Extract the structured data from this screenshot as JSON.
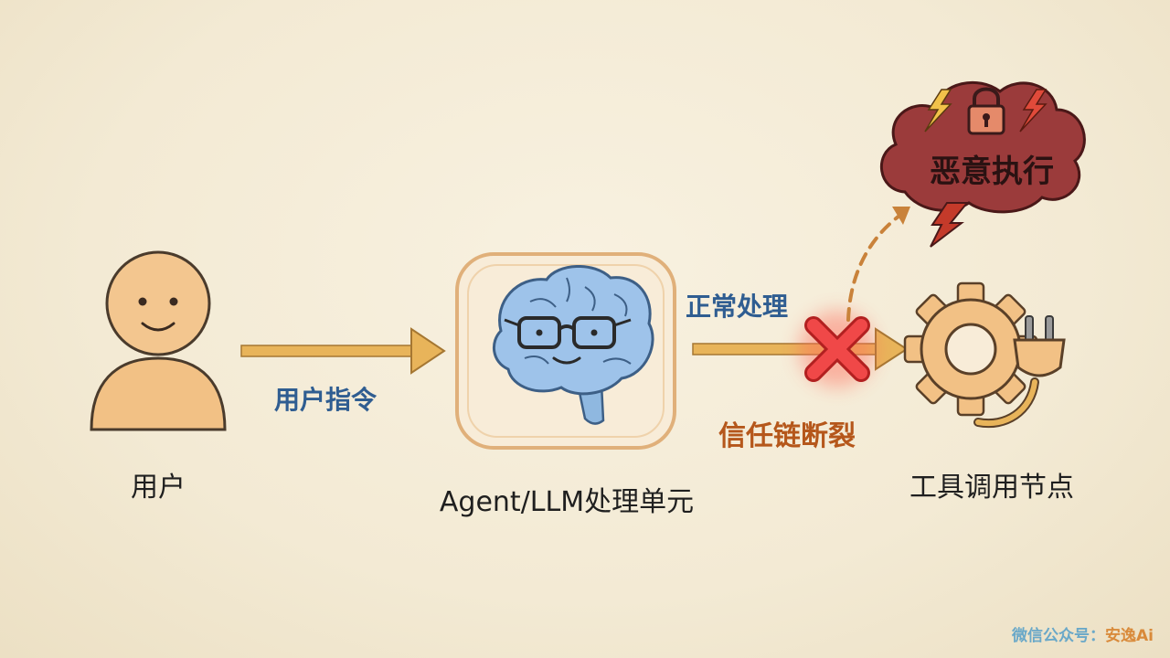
{
  "nodes": {
    "user": "用户",
    "agent": "Agent/LLM处理单元",
    "tool": "工具调用节点",
    "malicious": "恶意执行"
  },
  "edges": {
    "user_instruction": "用户指令",
    "normal_processing": "正常处理",
    "trust_chain_broken": "信任链断裂"
  },
  "watermark": {
    "prefix": "微信公众号：",
    "name": "安逸Ai"
  },
  "colors": {
    "arrow": "#e8b45a",
    "label_blue": "#2f5d91",
    "label_orange": "#b5571b",
    "danger_cloud": "#9b3b3b",
    "cross": "#e23b3b"
  }
}
